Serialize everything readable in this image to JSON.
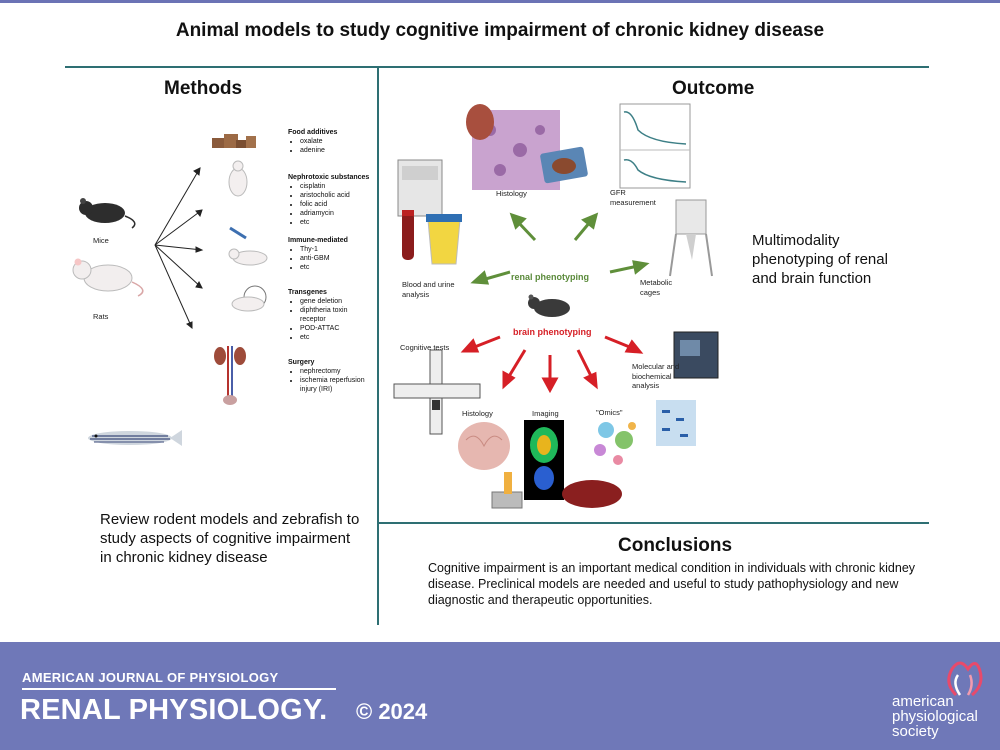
{
  "title": "Animal models to study cognitive impairment of chronic kidney disease",
  "methods": {
    "heading": "Methods",
    "animals": [
      "Mice",
      "Rats"
    ],
    "categories": [
      {
        "heading": "Food additives",
        "items": [
          "oxalate",
          "adenine"
        ]
      },
      {
        "heading": "Nephrotoxic substances",
        "items": [
          "cisplatin",
          "aristocholic acid",
          "folic acid",
          "adriamycin",
          "etc"
        ]
      },
      {
        "heading": "Immune-mediated",
        "items": [
          "Thy-1",
          "anti-GBM",
          "etc"
        ]
      },
      {
        "heading": "Transgenes",
        "items": [
          "gene deletion",
          "diphtheria toxin receptor",
          "POD-ATTAC",
          "etc"
        ]
      },
      {
        "heading": "Surgery",
        "items": [
          "nephrectomy",
          "ischemia reperfusion injury (IRI)"
        ]
      }
    ],
    "summary": "Review rodent models and zebrafish to study aspects of cognitive impairment in chronic kidney disease"
  },
  "outcome": {
    "heading": "Outcome",
    "renal_phenotyping": "renal phenotyping",
    "brain_phenotyping": "brain phenotyping",
    "labels": {
      "histology_top": "Histology",
      "gfr": "GFR measurement",
      "blood_urine": "Blood and urine analysis",
      "metabolic": "Metabolic cages",
      "cognitive": "Cognitive tests",
      "histology_bottom": "Histology",
      "imaging": "Imaging",
      "omics": "\"Omics\"",
      "molecular": "Molecular and biochemical analysis"
    },
    "summary": "Multimodality phenotyping of renal and brain function"
  },
  "conclusions": {
    "heading": "Conclusions",
    "text": "Cognitive impairment is an important medical condition in individuals with chronic kidney disease. Preclinical models are needed and useful to study pathophysiology and new diagnostic and therapeutic opportunities."
  },
  "footer": {
    "journal_line1": "AMERICAN JOURNAL OF PHYSIOLOGY",
    "journal_line2": "RENAL PHYSIOLOGY.",
    "year": "© 2024",
    "society": [
      "american",
      "physiological",
      "society"
    ]
  },
  "colors": {
    "footer_bg": "#6f78b8",
    "divider": "#2e6f73",
    "renal_arrow": "#5f8f3a",
    "brain_arrow": "#d61f26"
  }
}
